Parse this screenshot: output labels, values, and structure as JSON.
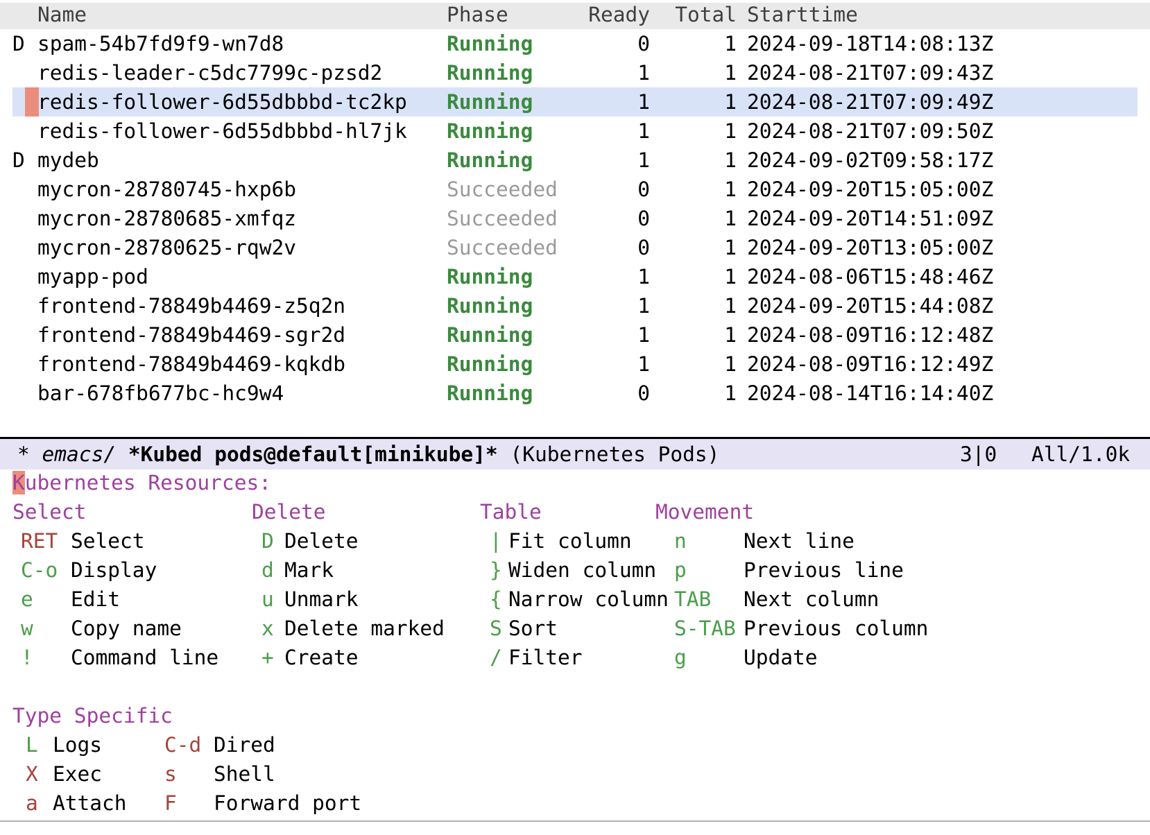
{
  "colors": {
    "selection_bg": "#d9e3f8",
    "header_bg": "#e9e9e9",
    "cursor_salmon": "#eb8d7d",
    "phase_running_green": "#3b8a3e",
    "phase_succeeded_gray": "#9a9a9a",
    "key_green": "#4a9e4a",
    "key_red": "#a8423a",
    "section_purple": "#9f3f9f",
    "modeline_bg": "#e6e3f5"
  },
  "table": {
    "columns": {
      "name": "Name",
      "phase": "Phase",
      "ready": "Ready",
      "total": "Total",
      "starttime": "Starttime"
    },
    "rows": [
      {
        "mark": "D",
        "name": "spam-54b7fd9f9-wn7d8",
        "phase": "Running",
        "ready": "0",
        "total": "1",
        "start": "2024-09-18T14:08:13Z"
      },
      {
        "mark": "",
        "name": "redis-leader-c5dc7799c-pzsd2",
        "phase": "Running",
        "ready": "1",
        "total": "1",
        "start": "2024-08-21T07:09:43Z"
      },
      {
        "mark": "",
        "name": "redis-follower-6d55dbbbd-tc2kp",
        "phase": "Running",
        "ready": "1",
        "total": "1",
        "start": "2024-08-21T07:09:49Z"
      },
      {
        "mark": "",
        "name": "redis-follower-6d55dbbbd-hl7jk",
        "phase": "Running",
        "ready": "1",
        "total": "1",
        "start": "2024-08-21T07:09:50Z"
      },
      {
        "mark": "D",
        "name": "mydeb",
        "phase": "Running",
        "ready": "1",
        "total": "1",
        "start": "2024-09-02T09:58:17Z"
      },
      {
        "mark": "",
        "name": "mycron-28780745-hxp6b",
        "phase": "Succeeded",
        "ready": "0",
        "total": "1",
        "start": "2024-09-20T15:05:00Z"
      },
      {
        "mark": "",
        "name": "mycron-28780685-xmfqz",
        "phase": "Succeeded",
        "ready": "0",
        "total": "1",
        "start": "2024-09-20T14:51:09Z"
      },
      {
        "mark": "",
        "name": "mycron-28780625-rqw2v",
        "phase": "Succeeded",
        "ready": "0",
        "total": "1",
        "start": "2024-09-20T13:05:00Z"
      },
      {
        "mark": "",
        "name": "myapp-pod",
        "phase": "Running",
        "ready": "1",
        "total": "1",
        "start": "2024-08-06T15:48:46Z"
      },
      {
        "mark": "",
        "name": "frontend-78849b4469-z5q2n",
        "phase": "Running",
        "ready": "1",
        "total": "1",
        "start": "2024-09-20T15:44:08Z"
      },
      {
        "mark": "",
        "name": "frontend-78849b4469-sgr2d",
        "phase": "Running",
        "ready": "1",
        "total": "1",
        "start": "2024-08-09T16:12:48Z"
      },
      {
        "mark": "",
        "name": "frontend-78849b4469-kqkdb",
        "phase": "Running",
        "ready": "1",
        "total": "1",
        "start": "2024-08-09T16:12:49Z"
      },
      {
        "mark": "",
        "name": "bar-678fb677bc-hc9w4",
        "phase": "Running",
        "ready": "0",
        "total": "1",
        "start": "2024-08-14T16:14:40Z"
      }
    ]
  },
  "modeline": {
    "status": "*",
    "project": "emacs/",
    "sep": " ",
    "buffer": "*Kubed pods@default[minikube]*",
    "mode": " (Kubernetes Pods)",
    "position": "3|0",
    "scroll": "All/1.0k"
  },
  "help": {
    "title_first": "K",
    "title_rest": "ubernetes Resources:",
    "sections": [
      {
        "header": "Select",
        "bindings": [
          {
            "key": "RET",
            "label": "Select",
            "key_color": "red"
          },
          {
            "key": "C-o",
            "label": "Display",
            "key_color": "green"
          },
          {
            "key": "e",
            "label": "Edit",
            "key_color": "green"
          },
          {
            "key": "w",
            "label": "Copy name",
            "key_color": "green"
          },
          {
            "key": "!",
            "label": "Command line",
            "key_color": "green"
          }
        ]
      },
      {
        "header": "Delete",
        "bindings": [
          {
            "key": "D",
            "label": "Delete",
            "key_color": "green"
          },
          {
            "key": "d",
            "label": "Mark",
            "key_color": "green"
          },
          {
            "key": "u",
            "label": "Unmark",
            "key_color": "green"
          },
          {
            "key": "x",
            "label": "Delete marked",
            "key_color": "green"
          },
          {
            "key": "+",
            "label": "Create",
            "key_color": "green"
          }
        ]
      },
      {
        "header": "Table",
        "bindings": [
          {
            "key": "|",
            "label": "Fit column",
            "key_color": "green"
          },
          {
            "key": "}",
            "label": "Widen column",
            "key_color": "green"
          },
          {
            "key": "{",
            "label": "Narrow column",
            "key_color": "green"
          },
          {
            "key": "S",
            "label": "Sort",
            "key_color": "green"
          },
          {
            "key": "/",
            "label": "Filter",
            "key_color": "green"
          }
        ]
      },
      {
        "header": "Movement",
        "bindings": [
          {
            "key": "n",
            "label": "Next line",
            "key_color": "green"
          },
          {
            "key": "p",
            "label": "Previous line",
            "key_color": "green"
          },
          {
            "key": "TAB",
            "label": "Next column",
            "key_color": "green"
          },
          {
            "key": "S-TAB",
            "label": "Previous column",
            "key_color": "green"
          },
          {
            "key": "g",
            "label": "Update",
            "key_color": "green"
          }
        ]
      }
    ],
    "type_specific": {
      "header": "Type Specific",
      "rows": [
        {
          "key1": "L",
          "key1_color": "green",
          "label1": "Logs",
          "key2": "C-d",
          "key2_color": "red",
          "label2": "Dired"
        },
        {
          "key1": "X",
          "key1_color": "red",
          "label1": "Exec",
          "key2": "s",
          "key2_color": "red",
          "label2": "Shell"
        },
        {
          "key1": "a",
          "key1_color": "red",
          "label1": "Attach",
          "key2": "F",
          "key2_color": "red",
          "label2": "Forward port"
        }
      ]
    }
  }
}
